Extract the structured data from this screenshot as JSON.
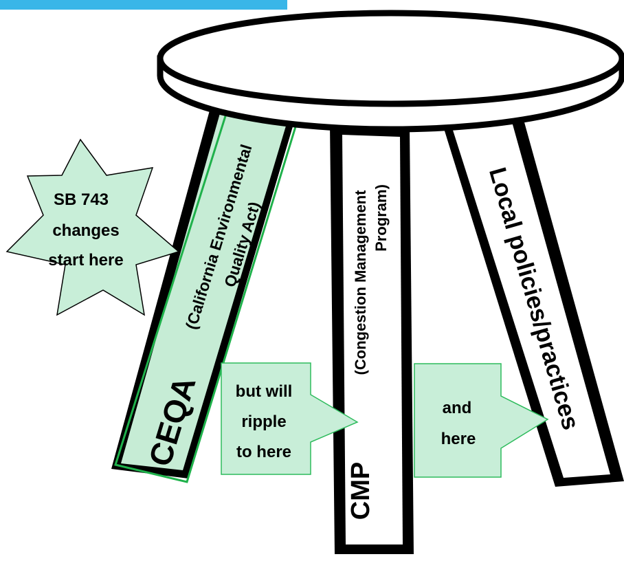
{
  "diagram": {
    "colors": {
      "highlight_fill": "#c6ecd5",
      "highlight_stroke": "#1fb14b",
      "callout_fill": "#c8eed8",
      "callout_stroke": "#2dbb5c",
      "top_bar": "#39b6e8",
      "outline": "#000000"
    },
    "legs": {
      "ceqa": {
        "acronym": "CEQA",
        "full_name_line1": "(California Environmental",
        "full_name_line2": "Quality Act)"
      },
      "cmp": {
        "acronym": "CMP",
        "full_name_line1": "(Congestion Management",
        "full_name_line2": "Program)"
      },
      "local": {
        "label": "Local policies/practices"
      }
    },
    "callouts": {
      "star": {
        "line1": "SB 743",
        "line2": "changes",
        "line3": "start here"
      },
      "ripple": {
        "line1": "but will",
        "line2": "ripple",
        "line3": "to here"
      },
      "here": {
        "line1": "and",
        "line2": "here"
      }
    }
  }
}
